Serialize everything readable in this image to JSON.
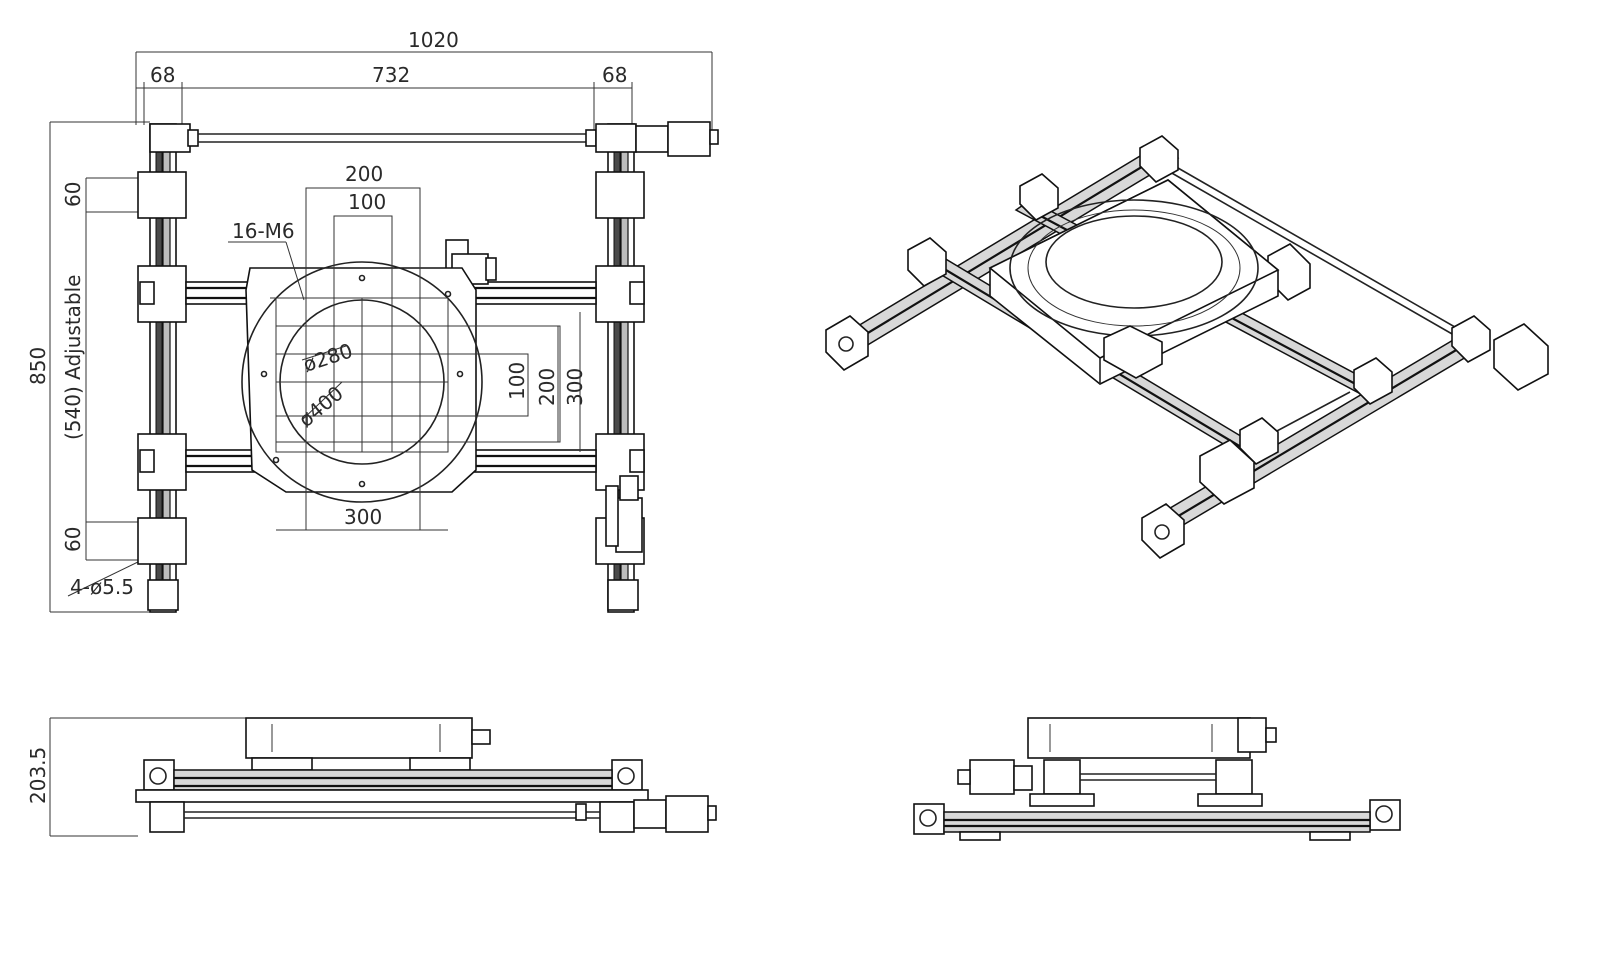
{
  "top_view": {
    "dims": {
      "overall_width": "1020",
      "left_margin": "68",
      "inner_span": "732",
      "right_margin": "68",
      "overall_height": "850",
      "adjustable": "(540) Adjustable",
      "top_offset": "60",
      "bottom_offset": "60",
      "holes": "4-ø5.5",
      "tapped_holes": "16-M6",
      "grid_200": "200",
      "grid_100": "100",
      "right_100": "100",
      "right_200": "200",
      "right_300": "300",
      "bottom_300": "300",
      "dia_280": "ø280",
      "dia_400": "ø400"
    }
  },
  "side_view": {
    "dims": {
      "height": "203.5"
    }
  }
}
